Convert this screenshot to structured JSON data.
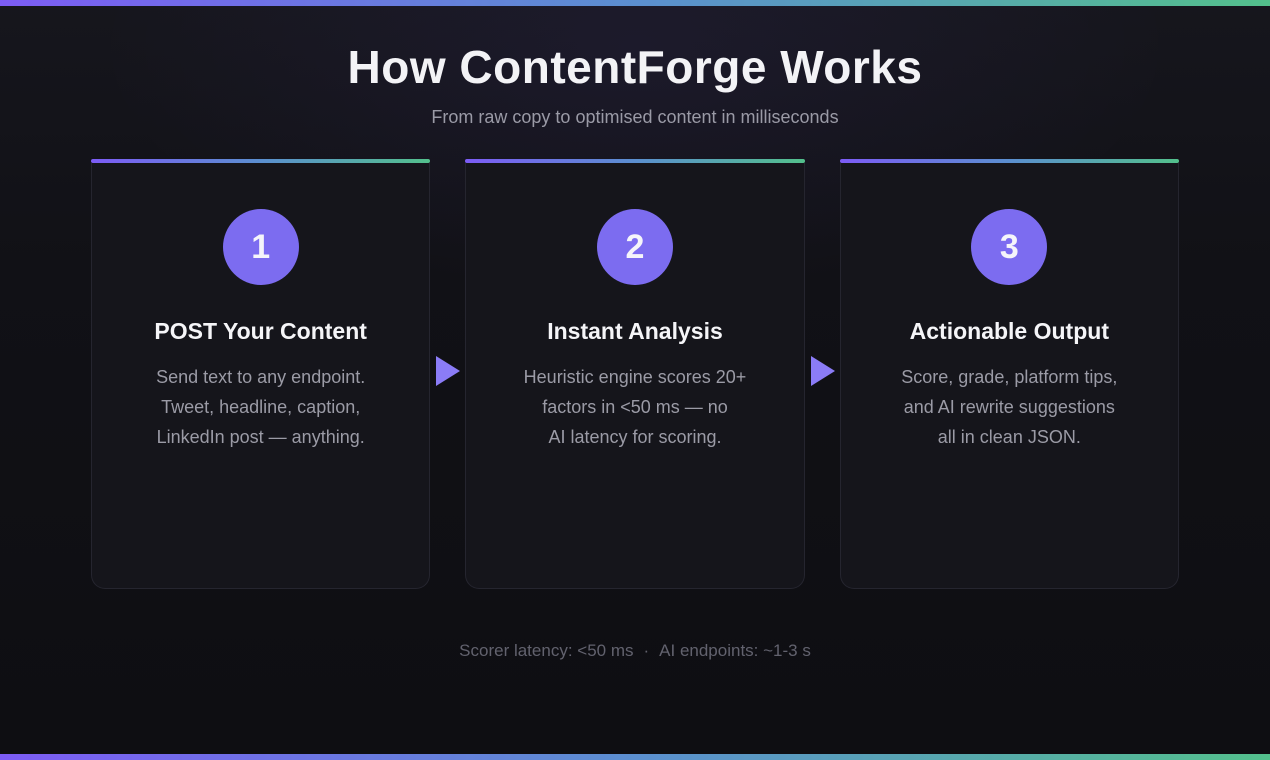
{
  "page": {
    "title": "How ContentForge Works",
    "subtitle": "From raw copy to optimised content in milliseconds"
  },
  "steps": [
    {
      "number": "1",
      "title": "POST Your Content",
      "desc_lines": [
        "Send text to any endpoint.",
        "Tweet, headline, caption,",
        "LinkedIn post — anything."
      ]
    },
    {
      "number": "2",
      "title": "Instant Analysis",
      "desc_lines": [
        "Heuristic engine scores 20+",
        "factors in <50 ms — no",
        "AI latency for scoring."
      ]
    },
    {
      "number": "3",
      "title": "Actionable Output",
      "desc_lines": [
        "Score, grade, platform tips,",
        "and AI rewrite suggestions",
        "all in clean JSON."
      ]
    }
  ],
  "footer": {
    "left": "Scorer latency: <50 ms",
    "separator": "·",
    "right": "AI endpoints: ~1-3 s"
  },
  "colors": {
    "accent_gradient_start": "#7c5cf5",
    "accent_gradient_mid": "#5b8fd0",
    "accent_gradient_end": "#53c08c",
    "step_circle": "#7c6cf0",
    "arrow": "#8b7cf7",
    "page_background": "#0e0e13",
    "card_background": "#15151b"
  }
}
